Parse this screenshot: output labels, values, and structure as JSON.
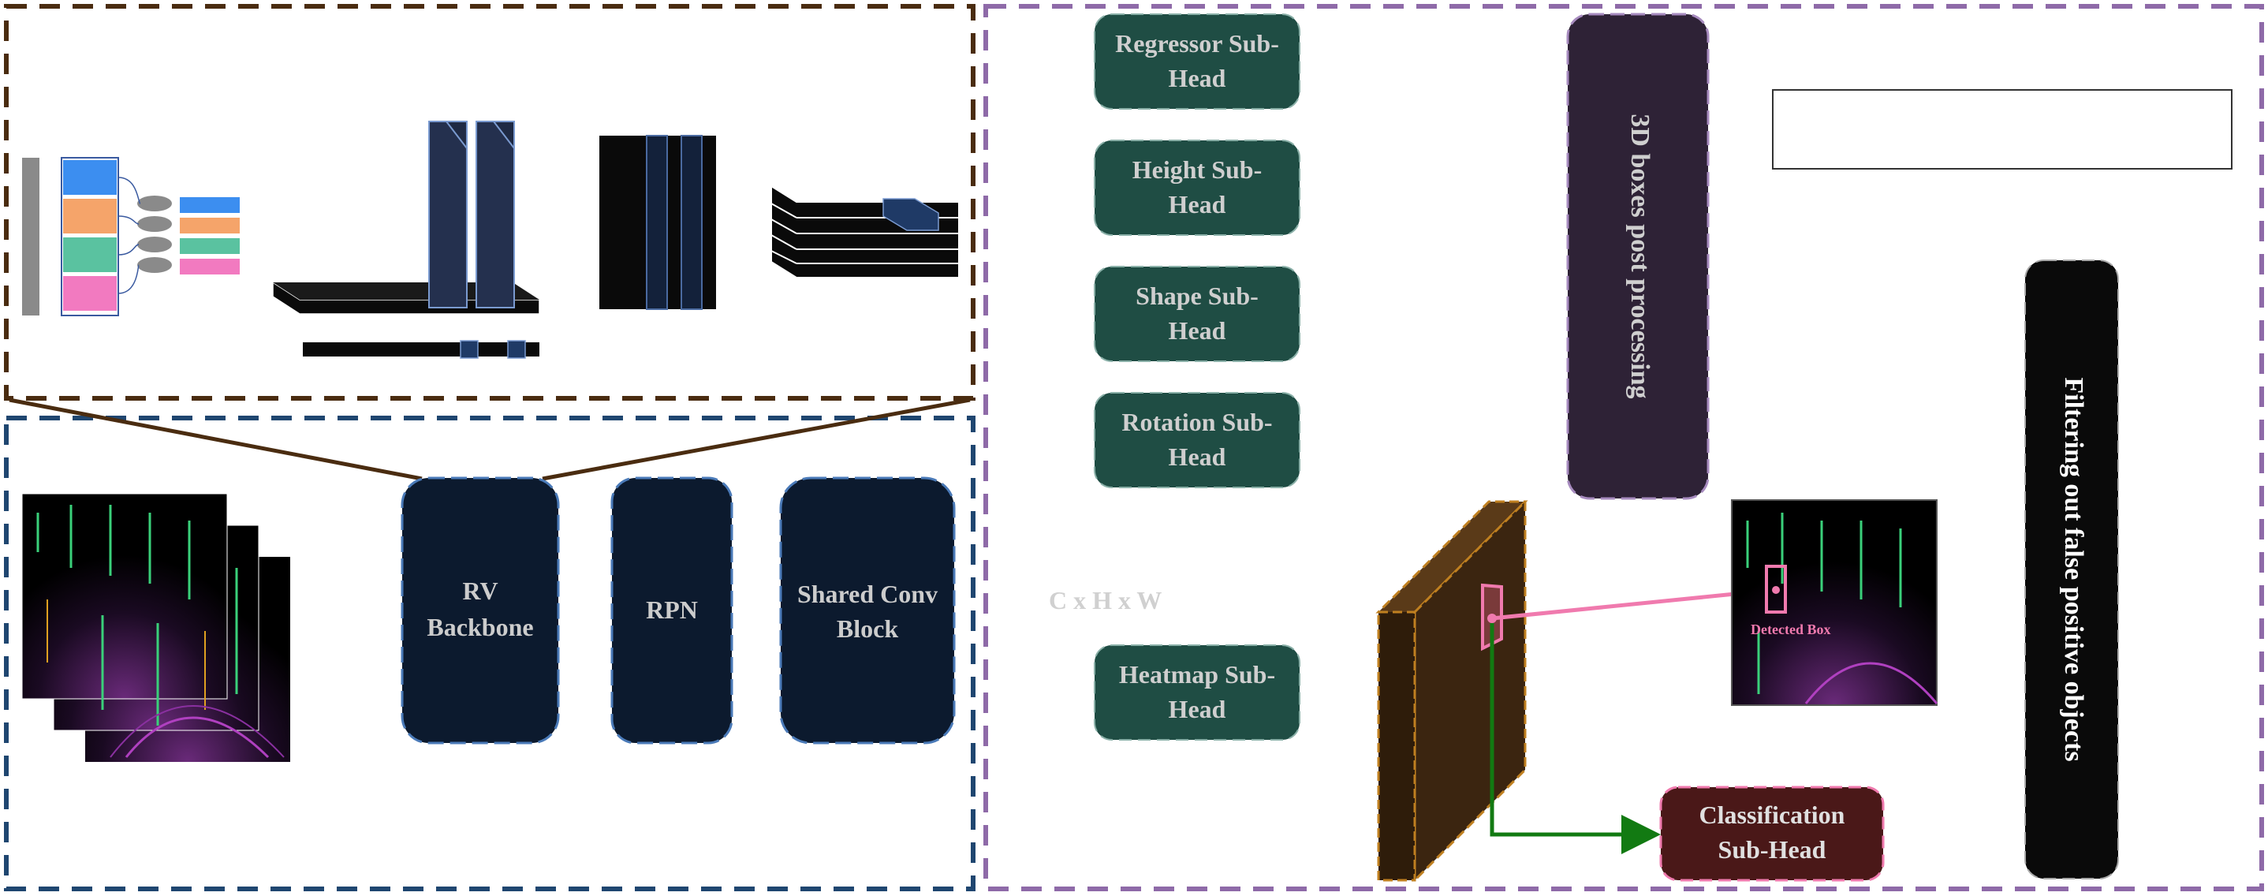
{
  "blocks": {
    "rv_backbone": {
      "line1": "RV",
      "line2": "Backbone"
    },
    "rpn": {
      "label": "RPN"
    },
    "shared_conv": {
      "line1": "Shared Conv",
      "line2": "Block"
    }
  },
  "sub_heads": {
    "regressor": {
      "line1": "Regressor Sub-",
      "line2": "Head"
    },
    "height": {
      "line1": "Height Sub-",
      "line2": "Head"
    },
    "shape": {
      "line1": "Shape Sub-",
      "line2": "Head"
    },
    "rotation": {
      "line1": "Rotation Sub-",
      "line2": "Head"
    },
    "heatmap": {
      "line1": "Heatmap Sub-",
      "line2": "Head"
    },
    "classification": {
      "line1": "Classification",
      "line2": "Sub-Head"
    }
  },
  "post_processing": {
    "label": "3D boxes post processing"
  },
  "filtering": {
    "label": "Filtering out false positive objects"
  },
  "feature_map": {
    "dims": "C x H x W"
  },
  "detection": {
    "label": "Detected Box"
  },
  "colors": {
    "frame_top": "#4a2c10",
    "frame_left": "#1f4670",
    "frame_right": "#8e6aa8",
    "block_dark": "#0c1a2e",
    "subhead": "#1f4d44",
    "post": "#2e2236",
    "filter": "#0a0a0a",
    "classification": "#4a1818",
    "feature": "#3b2510",
    "pink": "#f07aae",
    "green": "#127a12"
  }
}
